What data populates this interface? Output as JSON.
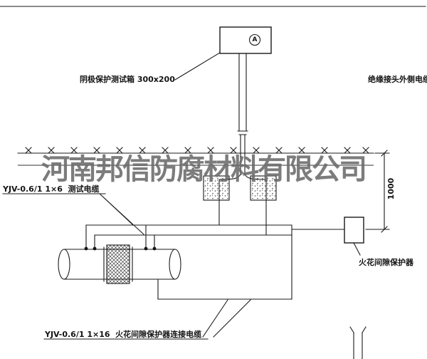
{
  "drawing": {
    "watermark_text": "河南邦信防腐材料有限公司",
    "ammeter_letter": "A",
    "labels": {
      "test_box": "阴极保护测试箱 300x200",
      "outer_joint_cable": "绝缘接头外侧电缆",
      "test_cable": "YJV-0.6/1 1×6  测试电缆",
      "spark_gap_protector": "火花间隙保护器",
      "connection_cable": "YJV-0.6/1 1×16  火花间隙保护器连接电缆",
      "dimension": "1000"
    },
    "colors": {
      "line": "#1a1a1a",
      "watermark": "#6b6b6b"
    }
  }
}
